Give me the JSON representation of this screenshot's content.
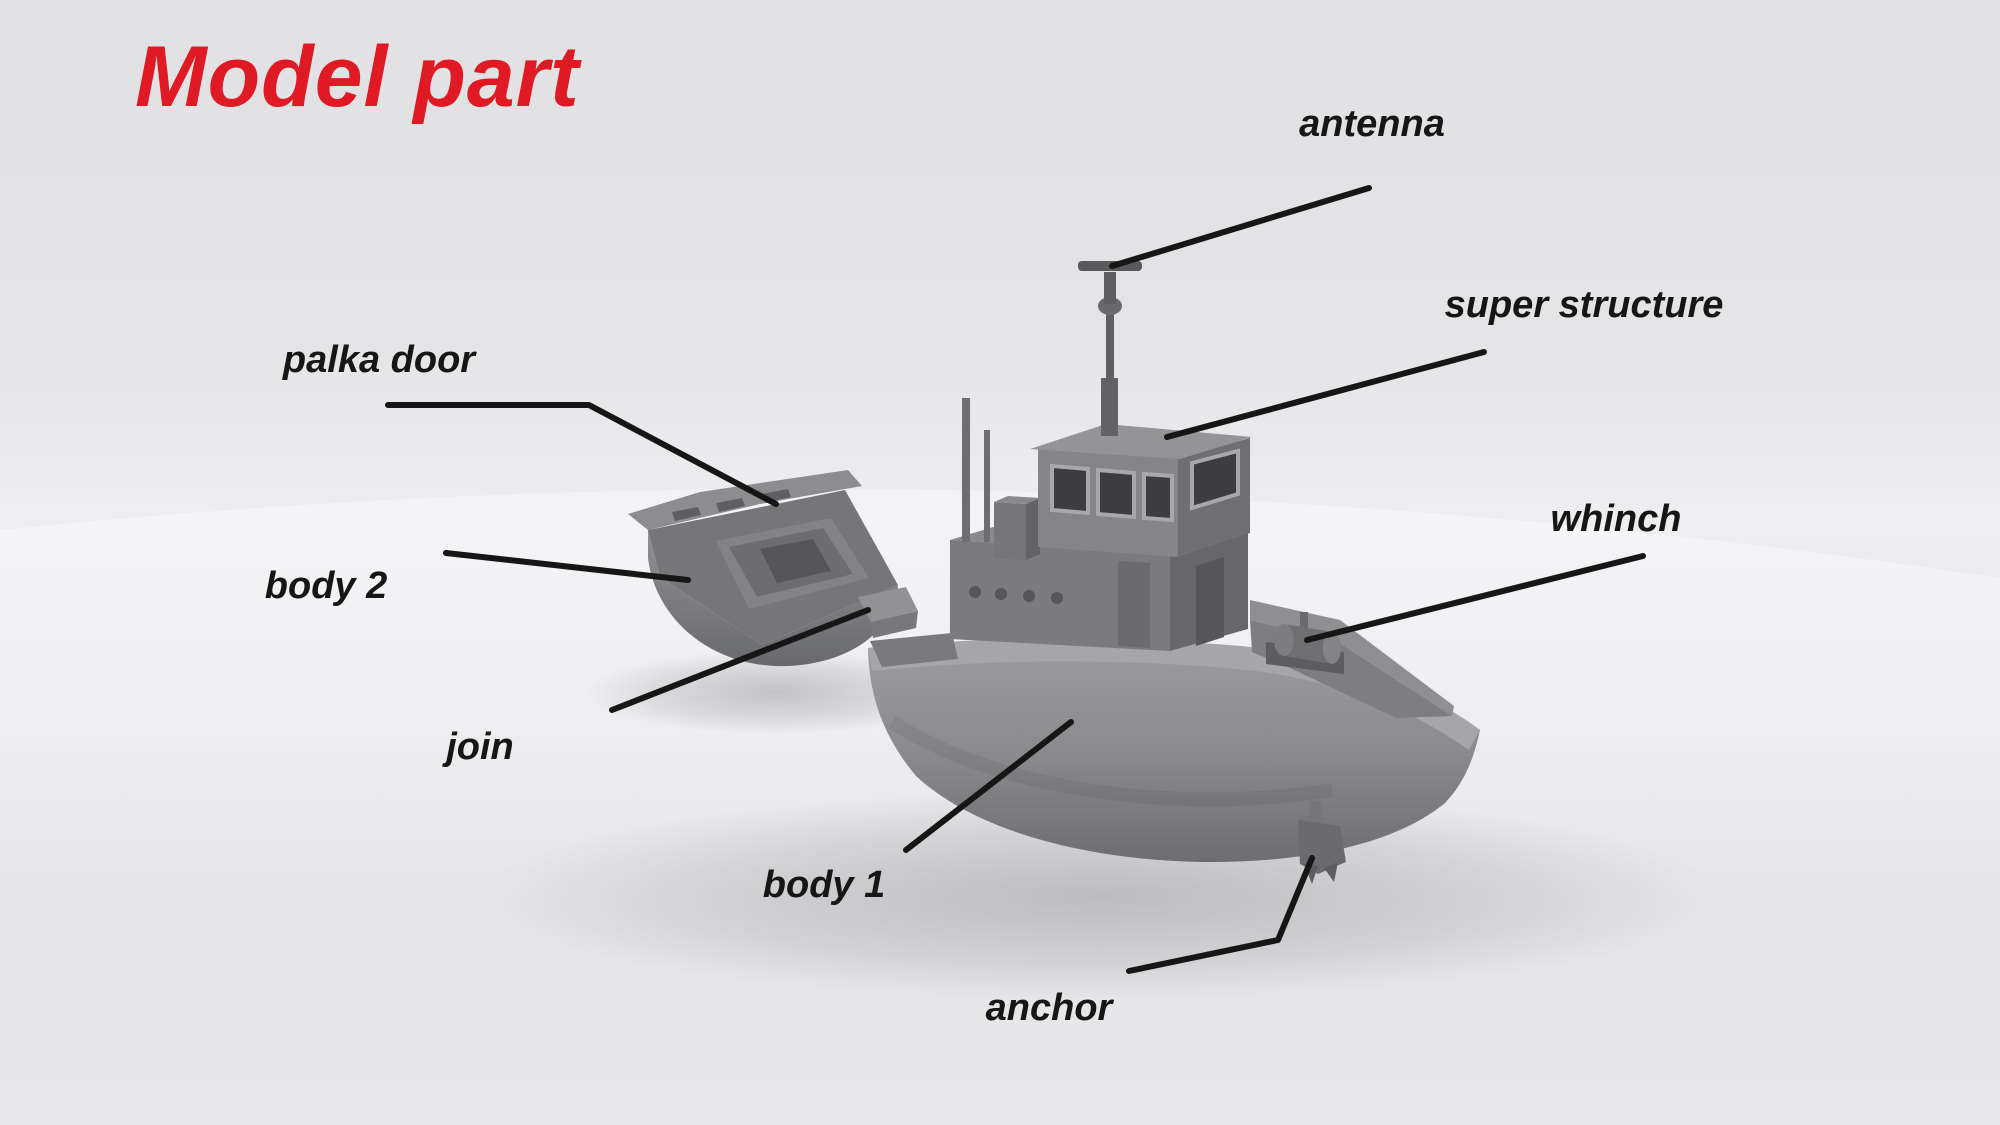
{
  "title": "Model part",
  "labels": {
    "antenna": "antenna",
    "super_structure": "super structure",
    "whinch": "whinch",
    "palka_door": "palka door",
    "body2": "body 2",
    "join": "join",
    "body1": "body 1",
    "anchor": "anchor"
  },
  "colors": {
    "title": "#e01a24",
    "labels": "#161616",
    "leader_lines": "#161616",
    "boat_gray": "#8a8a8e",
    "background": "#e9e9eb"
  }
}
